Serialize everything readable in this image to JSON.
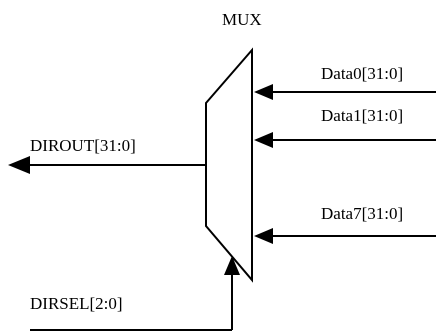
{
  "diagram": {
    "mux_label": "MUX",
    "inputs": [
      {
        "label": "Data0[31:0]"
      },
      {
        "label": "Data1[31:0]"
      },
      {
        "label": "Data7[31:0]"
      }
    ],
    "output_label": "DIROUT[31:0]",
    "select_label": "DIRSEL[2:0]"
  },
  "colors": {
    "line": "#000000",
    "background": "#ffffff"
  }
}
